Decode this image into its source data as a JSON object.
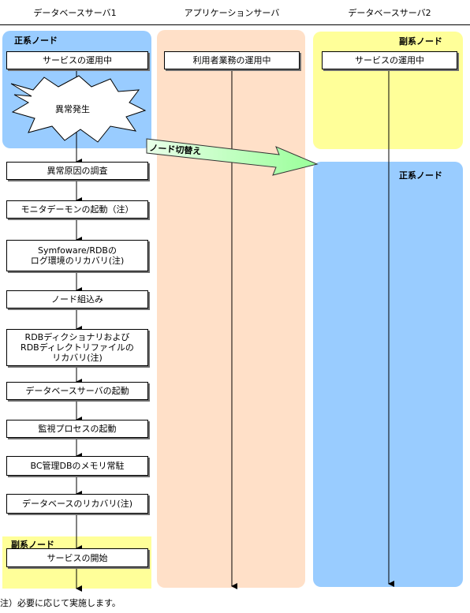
{
  "columns": {
    "db1": "データベースサーバ1",
    "app": "アプリケーションサーバ",
    "db2": "データベースサーバ2"
  },
  "zones": {
    "db1_primary": "正系ノード",
    "db1_secondary": "副系ノード",
    "db2_secondary": "副系ノード",
    "db2_primary": "正系ノード"
  },
  "db1_steps": {
    "service_running": "サービスの運用中",
    "failure": "異常発生",
    "investigate": "異常原因の調査",
    "monitor_daemon": "モニタデーモンの起動（注）",
    "log_recovery_1": "Symfoware/RDBの",
    "log_recovery_2": "ログ環境のリカバリ(注)",
    "node_join": "ノード組込み",
    "dict_recovery_1": "RDBディクショナリおよび",
    "dict_recovery_2": "RDBディレクトリファイルの",
    "dict_recovery_3": "リカバリ(注)",
    "db_server_start": "データベースサーバの起動",
    "monitor_process_start": "監視プロセスの起動",
    "bc_memory": "BC管理DBのメモリ常駐",
    "db_recovery": "データベースのリカバリ(注)",
    "service_start": "サービスの開始"
  },
  "app_steps": {
    "user_ops": "利用者業務の運用中"
  },
  "db2_steps": {
    "service_running": "サービスの運用中"
  },
  "switchover_label": "ノード切替え",
  "footnote": "注）必要に応じて実施します。",
  "colors": {
    "primary_zone": "#99ccff",
    "secondary_zone": "#ffff99",
    "app_zone": "#ffe0c8",
    "switch_arrow_start": "#ccffcc",
    "switch_arrow_end": "#99ff99"
  }
}
